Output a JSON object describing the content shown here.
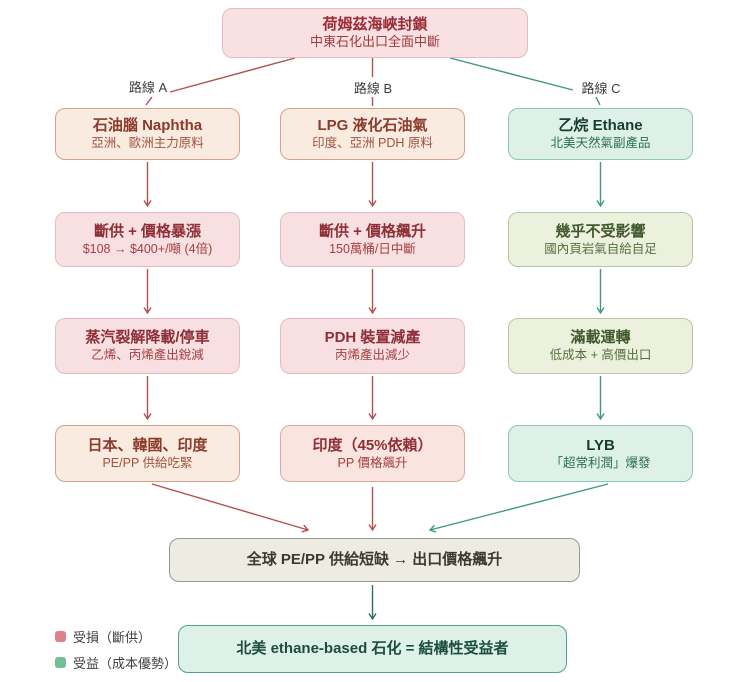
{
  "root": {
    "title": "荷姆茲海峽封鎖",
    "subtitle": "中東石化出口全面中斷"
  },
  "routes": [
    {
      "label": "路線 A",
      "boxes": [
        {
          "title": "石油腦 Naphtha",
          "subtitle": "亞洲、歐洲主力原料"
        },
        {
          "title": "斷供 + 價格暴漲",
          "subtitle": "$108 → $400+/噸 (4倍)"
        },
        {
          "title": "蒸汽裂解降載/停車",
          "subtitle": "乙烯、丙烯產出銳減"
        },
        {
          "title": "日本、韓國、印度",
          "subtitle": "PE/PP 供給吃緊"
        }
      ]
    },
    {
      "label": "路線 B",
      "boxes": [
        {
          "title": "LPG 液化石油氣",
          "subtitle": "印度、亞洲 PDH 原料"
        },
        {
          "title": "斷供 + 價格飆升",
          "subtitle": "150萬桶/日中斷"
        },
        {
          "title": "PDH 裝置減產",
          "subtitle": "丙烯產出減少"
        },
        {
          "title": "印度（45%依賴）",
          "subtitle": "PP 價格飆升"
        }
      ]
    },
    {
      "label": "路線 C",
      "boxes": [
        {
          "title": "乙烷 Ethane",
          "subtitle": "北美天然氣副產品"
        },
        {
          "title": "幾乎不受影響",
          "subtitle": "國內頁岩氣自給自足"
        },
        {
          "title": "滿載運轉",
          "subtitle": "低成本 + 高價出口"
        },
        {
          "title": "LYB",
          "subtitle": "「超常利潤」爆發"
        }
      ]
    }
  ],
  "summary": {
    "label": "全球 PE/PP 供給短缺 → 出口價格飆升"
  },
  "conclusion": {
    "label": "北美 ethane-based 石化 = 結構性受益者"
  },
  "legend": [
    {
      "label": "受損（斷供）",
      "color": "#dd8289"
    },
    {
      "label": "受益（成本優勢）",
      "color": "#74bd97"
    }
  ],
  "colors": {
    "damage_accent": "#b2504c",
    "benefit_accent": "#3f9884",
    "final_arrow": "#2d6f5c",
    "peach_bg": "#f9ebdf",
    "pink_bg": "#f8dfe2",
    "mint_bg": "#def1e9",
    "sage_bg": "#ecf1dd",
    "summary_bg": "#eeece2"
  }
}
